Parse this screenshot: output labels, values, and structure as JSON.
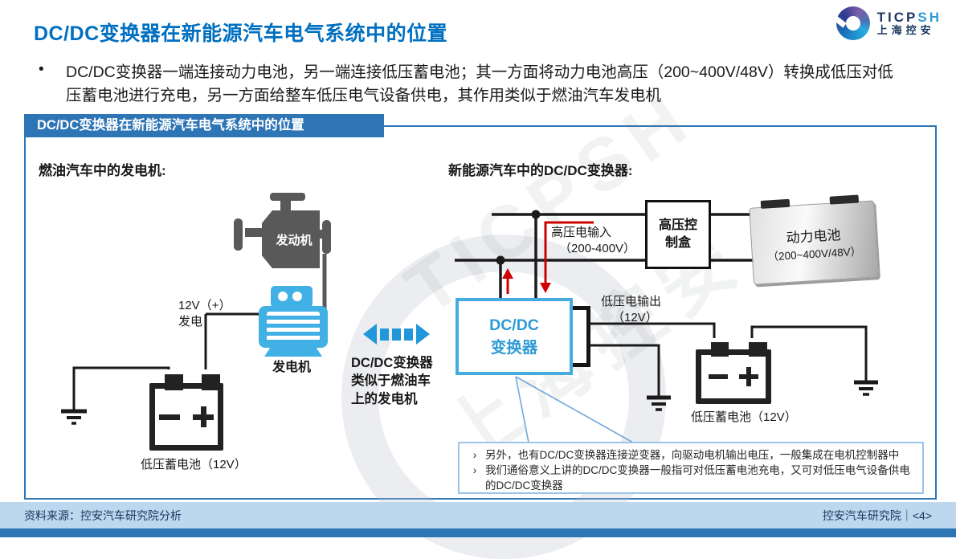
{
  "slide": {
    "title": "DC/DC变换器在新能源汽车电气系统中的位置",
    "bullet_marker": "•",
    "bullet": "DC/DC变换器一端连接动力电池，另一端连接低压蓄电池；其一方面将动力电池高压（200~400V/48V）转换成低压对低压蓄电池进行充电，另一方面给整车低压电气设备供电，其作用类似于燃油汽车发电机"
  },
  "logo": {
    "text_primary": "TICP",
    "text_accent": "SH",
    "subtitle": "上海控安",
    "icon": "swirl-logo"
  },
  "panel": {
    "badge": "DC/DC变换器在新能源汽车电气系统中的位置",
    "left": {
      "heading": "燃油汽车中的发电机:",
      "engine_label": "发动机",
      "generator_label": "发电机",
      "wire_label_line1": "12V（+）",
      "wire_label_line2": "发电",
      "battery_label": "低压蓄电池（12V）"
    },
    "center": {
      "icon": "bidirectional-arrow",
      "caption_line1": "DC/DC变换器",
      "caption_line2": "类似于燃油车",
      "caption_line3": "上的发电机"
    },
    "right": {
      "heading": "新能源汽车中的DC/DC变换器:",
      "hv_input_line1": "高压电输入",
      "hv_input_line2": "（200-400V）",
      "hv_control_line1": "高压控",
      "hv_control_line2": "制盒",
      "power_battery_line1": "动力电池",
      "power_battery_line2": "（200~400V/48V）",
      "dcdc_line1": "DC/DC",
      "dcdc_line2": "变换器",
      "lv_output_line1": "低压电输出",
      "lv_output_line2": "（12V）",
      "battery_label": "低压蓄电池（12V）"
    },
    "note": {
      "marker": "›",
      "items": [
        "另外，也有DC/DC变换器连接逆变器，向驱动电机输出电压，一般集成在电机控制器中",
        "我们通俗意义上讲的DC/DC变换器一般指可对低压蓄电池充电，又可对低压电气设备供电的DC/DC变换器"
      ]
    },
    "watermark": {
      "line1": "TICPSH",
      "line2": "上海控安"
    }
  },
  "footer": {
    "source": "资料来源：控安汽车研究院分析",
    "right": "控安汽车研究院｜<4>"
  },
  "colors": {
    "title_blue": "#0070C0",
    "accent_blue": "#2E75B6",
    "dcdc_blue": "#45ACDF",
    "generator_blue": "#41B0E4",
    "engine_gray": "#595959",
    "wire_black": "#1a1a1a",
    "red": "#CE0000",
    "footer_bg": "#BDD7EE",
    "note_border": "#9DC3E6"
  }
}
